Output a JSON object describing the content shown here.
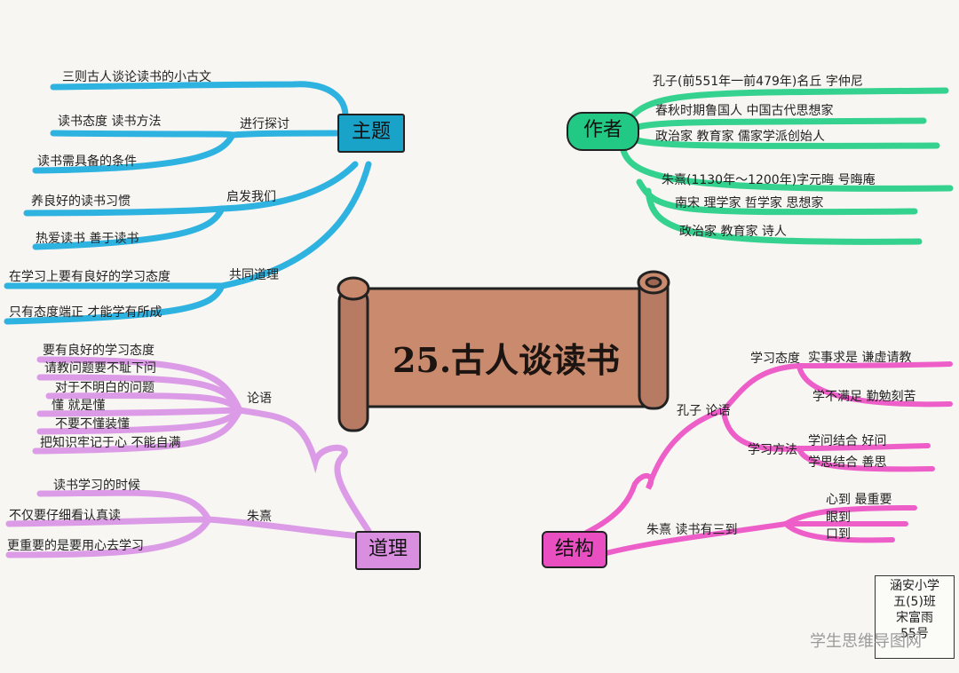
{
  "center": {
    "title": "25.古人谈读书"
  },
  "topics": {
    "zhuti": {
      "label": "主题",
      "color": "#1aa3c9",
      "branches": [
        {
          "label": "",
          "leaves": [
            "三则古人谈论读书的小古文"
          ]
        },
        {
          "label": "进行探讨",
          "leaves": [
            "读书态度 读书方法",
            "读书需具备的条件"
          ]
        },
        {
          "label": "启发我们",
          "leaves": [
            "养良好的读书习惯",
            "热爱读书 善于读书"
          ]
        },
        {
          "label": "共同道理",
          "leaves": [
            "在学习上要有良好的学习态度",
            "只有态度端正 才能学有所成"
          ]
        }
      ]
    },
    "zuozhe": {
      "label": "作者",
      "color": "#22c985",
      "groups": [
        [
          "孔子(前551年一前479年)名丘 字仲尼",
          "春秋时期鲁国人 中国古代思想家",
          "政治家 教育家 儒家学派创始人"
        ],
        [
          "朱熹(1130年～1200年)字元晦 号晦庵",
          "南宋 理学家 哲学家 思想家",
          "政治家 教育家 诗人"
        ]
      ]
    },
    "daoli": {
      "label": "道理",
      "color": "#d98ee0",
      "branches": [
        {
          "label": "论语",
          "leaves": [
            "要有良好的学习态度",
            "请教问题要不耻下问",
            "对于不明白的问题",
            "懂 就是懂",
            "不要不懂装懂",
            "把知识牢记于心 不能自满"
          ]
        },
        {
          "label": "朱熹",
          "leaves": [
            "读书学习的时候",
            "不仅要仔细看认真读",
            "更重要的是要用心去学习"
          ]
        }
      ]
    },
    "jiegou": {
      "label": "结构",
      "color": "#ea4fc2",
      "branches": [
        {
          "label": "孔子 论语",
          "sub": [
            {
              "label": "学习态度",
              "leaves": [
                "实事求是 谦虚请教",
                "学不满足 勤勉刻苦"
              ]
            },
            {
              "label": "学习方法",
              "leaves": [
                "学问结合 好问",
                "学思结合 善思"
              ]
            }
          ]
        },
        {
          "label": "朱熹 读书有三到",
          "leaves": [
            "心到 最重要",
            "眼到",
            "口到"
          ]
        }
      ]
    }
  },
  "signature": [
    "涵安小学",
    "五(5)班",
    "宋富雨",
    "55号"
  ],
  "watermark": "学生思维导图网",
  "colors": {
    "scroll_fill": "#c98a6e",
    "scroll_roll": "#b77a62",
    "outline": "#222222",
    "paper": "#f7f6f3"
  }
}
